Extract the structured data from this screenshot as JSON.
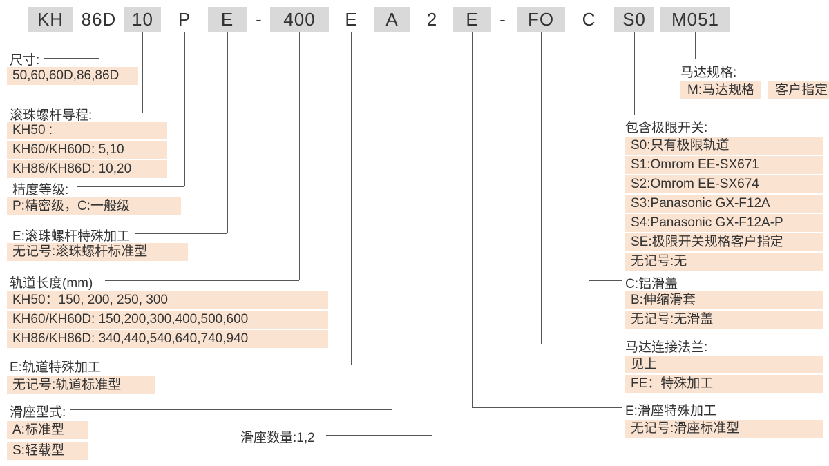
{
  "colors": {
    "code_box_bg": "#d9d9d9",
    "highlight_bg": "#fbe3d1",
    "text": "#333333",
    "line": "#555555"
  },
  "code_segments": [
    "KH",
    "86D",
    "10",
    "P",
    "E",
    "-",
    "400",
    "E",
    "A",
    "2",
    "E",
    "-",
    "FO",
    "C",
    "S0",
    "M051"
  ],
  "callouts": {
    "size": {
      "title": "尺寸:",
      "items": [
        "50,60,60D,86,86D"
      ]
    },
    "lead": {
      "title": "滚珠螺杆导程:",
      "items": [
        "KH50 :",
        "KH60/KH60D: 5,10",
        "KH86/KH86D: 10,20"
      ]
    },
    "accuracy": {
      "title": "精度等级:",
      "items": [
        "P:精密级，C:一般级"
      ]
    },
    "screw_special": {
      "title": "E:滚珠螺杆特殊加工",
      "items": [
        "无记号:滚珠螺杆标准型"
      ]
    },
    "rail_length": {
      "title": "轨道长度(mm)",
      "items": [
        "KH50：150, 200, 250, 300",
        "KH60/KH60D: 150,200,300,400,500,600",
        "KH86/KH86D: 340,440,540,640,740,940"
      ]
    },
    "rail_special": {
      "title": "E:轨道特殊加工",
      "items": [
        "无记号:轨道标准型"
      ]
    },
    "slider_type": {
      "title": "滑座型式:",
      "items": [
        "A:标准型",
        "S:轻载型"
      ]
    },
    "slider_qty": {
      "title": "滑座数量:1,2",
      "items": []
    },
    "motor_spec": {
      "title": "马达规格:",
      "items": [
        "M:马达规格",
        "客户指定"
      ]
    },
    "limit_switch": {
      "title": "包含极限开关:",
      "items": [
        "S0:只有极限轨道",
        "S1:Omrom EE-SX671",
        "S2:Omrom EE-SX674",
        "S3:Panasonic GX-F12A",
        "S4:Panasonic GX-F12A-P",
        "SE:极限开关规格客户指定",
        "无记号:无"
      ]
    },
    "cover": {
      "title": "C:铝滑盖",
      "items": [
        "B:伸缩滑套",
        "无记号:无滑盖"
      ]
    },
    "flange": {
      "title": "马达连接法兰:",
      "items": [
        "见上",
        "FE：特殊加工"
      ]
    },
    "slider_special": {
      "title": "E:滑座特殊加工",
      "items": [
        "无记号:滑座标准型"
      ]
    }
  }
}
